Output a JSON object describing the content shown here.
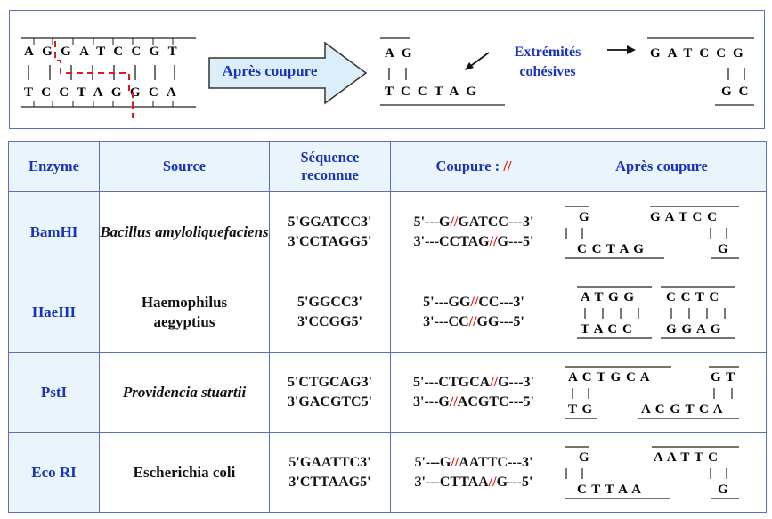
{
  "diagram": {
    "top_strand_left": "A G G A T C C G T",
    "bottom_strand_left": "T C C T A G G C A",
    "bars_left": "| | | | | | | | |",
    "arrow_label": "Après coupure",
    "frag1_top": "A G",
    "frag1_bars": "| |",
    "frag1_bottom": "T C C T A G",
    "sticky_label_line1": "Extrémités",
    "sticky_label_line2": "cohésives",
    "frag2_top": "G A T C C G",
    "frag2_bars": "| |",
    "frag2_bottom": "G C"
  },
  "table": {
    "headers": {
      "enzyme": "Enzyme",
      "source": "Source",
      "sequence_line1": "Séquence",
      "sequence_line2": "reconnue",
      "cut_label": "Coupure : ",
      "cut_symbol": "//",
      "after": "Après coupure"
    },
    "rows": [
      {
        "enzyme": "BamHI",
        "source": "Bacillus amyloliquefaciens",
        "source_italic": true,
        "seq_top": "5'GGATCC3'",
        "seq_bottom": "3'CCTAGG5'",
        "cut_top_a": "5'---G",
        "cut_top_b": "GATCC---3'",
        "cut_bot_a": "3'---CCTAG",
        "cut_bot_b": "G---5'",
        "after": {
          "left_top": "G",
          "left_bottom": "C C T A G",
          "right_top": "G A T C C",
          "right_bottom": "G"
        }
      },
      {
        "enzyme": "HaeIII",
        "source": "Haemophilus aegyptius",
        "source_italic": false,
        "seq_top": "5'GGCC3'",
        "seq_bottom": "3'CCGG5'",
        "cut_top_a": "5'---GG",
        "cut_top_b": "CC---3'",
        "cut_bot_a": "3'---CC",
        "cut_bot_b": "GG---5'",
        "after": {
          "left_top": "A T G G",
          "left_bottom": "T A C C",
          "right_top": "C C T C",
          "right_bottom": "G G A G"
        }
      },
      {
        "enzyme": "PstI",
        "source": "Providencia stuartii",
        "source_italic": true,
        "seq_top": "5'CTGCAG3'",
        "seq_bottom": "3'GACGTC5'",
        "cut_top_a": "5'---CTGCA",
        "cut_top_b": "G---3'",
        "cut_bot_a": "3'---G",
        "cut_bot_b": "ACGTC---5'",
        "after": {
          "left_top": "A C T G C A",
          "left_bottom": "T G",
          "right_top": "G T",
          "right_bottom": "A C G T C A"
        }
      },
      {
        "enzyme": "Eco RI",
        "source": "Escherichia coli",
        "source_italic": false,
        "seq_top": "5'GAATTC3'",
        "seq_bottom": "3'CTTAAG5'",
        "cut_top_a": "5'---G",
        "cut_top_b": "AATTC---3'",
        "cut_bot_a": "3'---CTTAA",
        "cut_bot_b": "G---5'",
        "after": {
          "left_top": "G",
          "left_bottom": "C T T A A",
          "right_top": "A A T T C",
          "right_bottom": "G"
        }
      }
    ]
  },
  "colors": {
    "border": "#5a6fb8",
    "header_text": "#1a33b8",
    "header_bg": "#e9f4fb",
    "cut_mark": "#d11111",
    "arrow_fill": "#dbeefa"
  }
}
